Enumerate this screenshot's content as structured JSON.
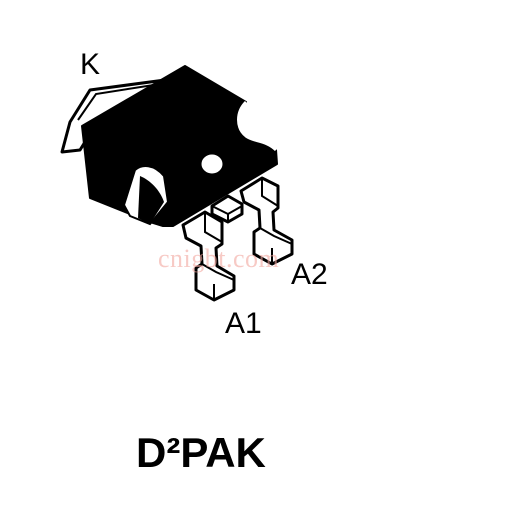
{
  "diagram": {
    "title": "D²PAK",
    "pins": {
      "k": "K",
      "a1": "A1",
      "a2": "A2"
    },
    "watermark": "cnigbt.com",
    "colors": {
      "body": "#000000",
      "tab": "#ffffff",
      "outline": "#000000",
      "watermark": "#f2a7a0"
    }
  }
}
